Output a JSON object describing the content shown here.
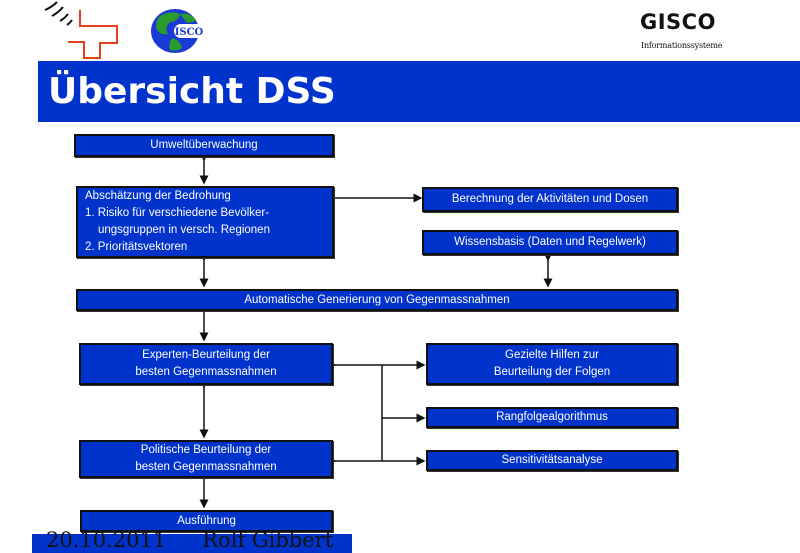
{
  "header": {
    "title": "Übersicht DSS",
    "brand": "GISCO",
    "brand_subtitle": "Informationssysteme",
    "logo_left": "swiss-cross-signal-icon",
    "logo_globe_text": "ISCO",
    "accent_color": "#0033cc"
  },
  "diagram": {
    "nodes": {
      "umwelt": "Umweltüberwachung",
      "bedrohung": {
        "title": "Abschätzung der Bedrohung",
        "line1": "1. Risiko für verschiedene Bevölker-",
        "line2": "ungsgruppen in versch. Regionen",
        "line3": "2. Prioritätsvektoren"
      },
      "berechnung": "Berechnung der Aktivitäten und Dosen",
      "wissensbasis": "Wissensbasis (Daten und Regelwerk)",
      "generierung": "Automatische Generierung von Gegenmassnahmen",
      "experten": {
        "line1": "Experten-Beurteilung der",
        "line2": "besten Gegenmassnahmen"
      },
      "hilfen": {
        "line1": "Gezielte Hilfen zur",
        "line2": "Beurteilung der Folgen"
      },
      "rangfolge": "Rangfolgealgorithmus",
      "politisch": {
        "line1": "Politische Beurteilung der",
        "line2": "besten Gegenmassnahmen"
      },
      "sensitivitaet": "Sensitivitätsanalyse",
      "ausfuehrung": "Ausführung"
    }
  },
  "footer": {
    "date": "20.10.2011",
    "author": "Rolf Gibbert"
  }
}
